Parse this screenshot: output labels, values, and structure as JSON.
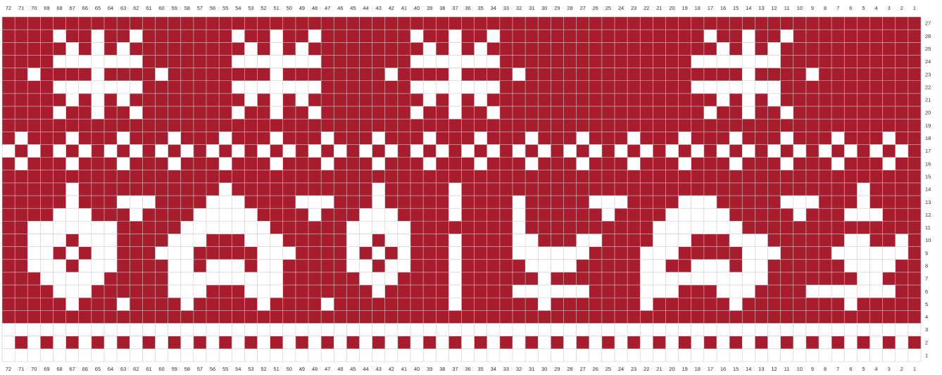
{
  "chart_data": {
    "type": "knitting-chart",
    "columns": 72,
    "rows": 27,
    "column_labels_order": "72 (left) to 1 (right)",
    "row_labels_order": "1 (bottom) to 27 (top)",
    "colors": {
      "pattern": "#a81d2e",
      "background": "#ffffff",
      "grid": "#c9c9c9",
      "grid_on_red": "#d98a93",
      "label": "#333333"
    },
    "grid_rows_top_to_bottom": [
      "RRRRRRRRRRRRRRRRRRRRRRRRRRRRRRRRRRRRRRRRRRRRRRRRRRRRRRRRRRRRRRRRRRRRRRRR",
      "RRRRWRRWRRWRRRRRRRWRRWRRWRRRRRRRWRRWRRWRRRRRRRRRRRRRRRRWRRWRRWRRRRRRRRRR",
      "RRRRRWRWRWRRRRRRRRRWRWRWRRRRRRRRRWRWRWRRRRRRRRRRRRRRRRRRWRWRWRRRRRRRRRRR",
      "RRRRWWWWWWWRRRRRRRWWWWWWWRRRRRRRWWWWWWWRRRRRRRRRRRRRRRWWWWWWWRRRRRRRRRRR",
      "RRWRRRRWRRRRWRRRRRRRRWRRRRRRRRWRRRRWRRRRWRRRRRRRRRRRRRRRRRWRRRRWRRRRRRRR",
      "RRRRWWWWWWWRRRRRRRWWWWWWWRRRRRRRWWWWWWWRRRRRRRRRRRRRRRWWWWWWWRRRRRRRRRRR",
      "RRRRRWRWRWRRRRRRRRRWRWRWRRRRRRRRRWRWRWRRRRRRRRRRRRRRRRRRWRWRWRRRRRRRRRRR",
      "RRRRWRRWRRWRRRRRRRWRRWRRWRRRRRRRWRRWRRWRRRRRRRRRRRRRRRRWRRWRRWRRRRRRRRRR",
      "RRRRRRRRRRRRRRRRRRRRRRRRRRRRRRRRRRRRRRRRRRRRRRRRRRRRRRRRRRRRRRRRRRRRRRRR",
      "RWRRRWRRRWRRRWRRRWRRRWRRRWRRRWRRRWRRRWRRRWRRRWRRRWRRRWRRRWRRRWRRRWRRRWRR",
      "WRWRWRWRWRWRWRWRWRWRWRWRWRWRWRWRWRWRWRWRWRWRWRWRWRWRWRWRWRWRWRWRWRWRWRWR",
      "RWRRRWRRRWRRRWRRRWRRRWRRRWRRRWRRRWRRRWRRRWRRRWRRRWRRRWRRRWRRRWRRRWRRRWRR",
      "RRRRRRRRRRRRRRRRRRRRRRRRRRRRRRRRRRRRRRRRRRRRRRRRRRRRRRRRRRRRRRRRRRRRRRRR",
      "RRRRRWRRRRRRRRRRRWRRRRRRRRRRRWRRRRRWRRRRRRRRRRRRRRRRRRRRRRRRRRRRRRRWRRRR",
      "RRRRRWRRRWWWRRRRWWWRRRRWWWRRRWRRRRRWRRRRWRRRRRWWWRRRRWWWRRRRRWWWRRRWRRRR",
      "RRRRWWWRRRWRRRRWWWWWRRRRWRRRWWWRRRRWRRRRWRRRRRRWRRRRWWWWWRRRRRWRRRWWWRRR",
      "RRWWWWWWWRRRRRWWWWWWWRRRRRRWWWWWRRRRRRRRWRRRRRRRRRRWWWWWWWRRRRRRRRRRRRRR",
      "RRWWWRWWWRRRRWWWRRRWWWRRRRRWWRWWRRRWRRRRWWRRRWWRRRRWWWRRRWWWRRRRRRWWRRWR",
      "RRWWRWRWWRRRWWWRRRRRWWWRRRRWRWRWRRRWRRRRWWWWWWRRRRWWWRRRRRWWWRRRRWWWWWWR",
      "RRWWWRWWWRRRRWWRWWWRWWRRRRRWWRWWRRRWRRRRRWWWWRRRRRWWRRWWWRWWRRRRRRWWWWRR",
      "RRRWWWWWRRRRRWWWWWWWWWRRRRRRWWWRRRRWRRRRRRWRRRRRRRWWWWWWWWWWRRRRRRRWWRRR",
      "RRRRWWWRRRRRRWWWRRRWWWRRRRRRRWRRRRRWRRRRWWWWWWRRRRWWWRRRWWWRRRRWWWWWWWRR",
      "RRRRRWRRRWRRRRWRRRRRWRRRRWRRRRRRRRRWRRRRRRWRRRRRRRWRRRRRRWRRRRRRRRWRRRRR",
      "RRRRRRRRRRRRRRRRRRRRRRRRRRRRRRRRRRRRRRRRRRRRRRRRRRRRRRRRRRRRRRRRRRRRRRRR",
      "WWWWWWWWWWWWWWWWWWWWWWWWWWWWWWWWWWWWWWWWWWWWWWWWWWWWWWWWWWWWWWWWWWWWWWWW",
      "WRWRWRWRWRWRWRWRWRWRWRWRWRWRWRWRWRWRWRWRWRWRWRWRWRWRWRWRWRWRWRWRWRWRWRWR",
      "WWWWWWWWWWWWWWWWWWWWWWWWWWWWWWWWWWWWWWWWWWWWWWWWWWWWWWWWWWWWWWWWWWWWWWWW"
    ]
  }
}
